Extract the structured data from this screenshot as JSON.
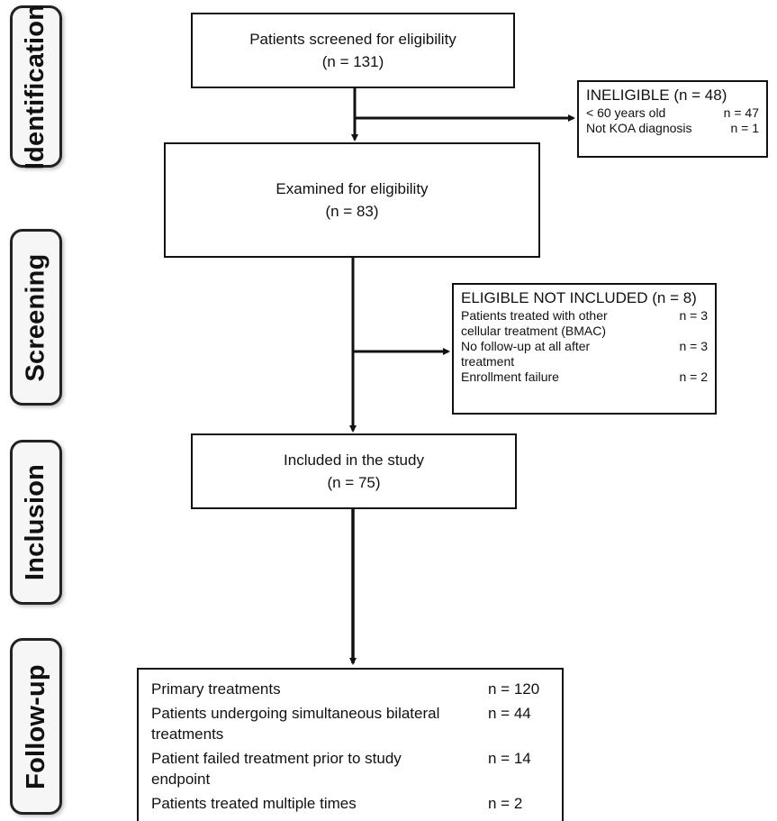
{
  "stages": {
    "identification": "Identification",
    "screening": "Screening",
    "inclusion": "Inclusion",
    "follow_up": "Follow-up"
  },
  "screened": {
    "text": "Patients screened for eligibility",
    "count": "(n = 131)"
  },
  "ineligible": {
    "title": "INELIGIBLE (n = 48)",
    "items": [
      {
        "label": "< 60 years old",
        "value": "n = 47"
      },
      {
        "label": "Not KOA diagnosis",
        "value": "n = 1"
      }
    ]
  },
  "examined": {
    "text": "Examined for eligibility",
    "count": "(n = 83)"
  },
  "eligible_not_included": {
    "title": "ELIGIBLE NOT INCLUDED (n = 8)",
    "items": [
      {
        "label": "Patients treated with other cellular treatment (BMAC)",
        "value": "n = 3"
      },
      {
        "label": "No follow-up at all after treatment",
        "value": "n = 3"
      },
      {
        "label": "Enrollment failure",
        "value": "n = 2"
      }
    ]
  },
  "included": {
    "text": "Included in the study",
    "count": "(n = 75)"
  },
  "follow_up": {
    "items": [
      {
        "label": "Primary treatments",
        "value": "n = 120"
      },
      {
        "label": "Patients undergoing simultaneous bilateral treatments",
        "value": "n = 44"
      },
      {
        "label": "Patient failed treatment prior to study endpoint",
        "value": "n = 14"
      },
      {
        "label": "Patients treated multiple times",
        "value": "n = 2"
      }
    ]
  }
}
